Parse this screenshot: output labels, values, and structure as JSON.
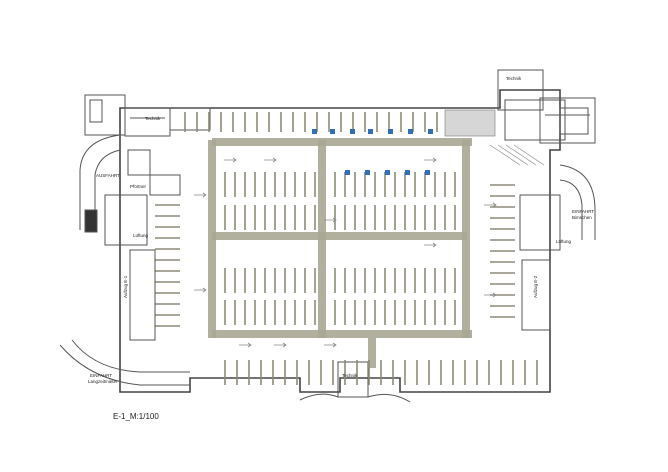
{
  "drawing": {
    "title": "E-1_M:1/100"
  },
  "labels": {
    "ausfahrt": "AUSFAHRT",
    "einfahrt_right": "EINFAHRT",
    "einfahrt_right_sub": "Bimschen",
    "einfahrt_left": "EINFAHRT",
    "einfahrt_left_sub": "Langzeitmieter",
    "aufzug_left": "Aufzug E-1",
    "aufzug_right": "Aufzug E-2",
    "lueftung_left": "Lüftung",
    "lueftung_right": "Lüftung",
    "technik_top_left": "Technik",
    "technik_top_right": "Technik",
    "technik_bottom": "Technik",
    "pfoertner": "Pförtner"
  },
  "colors": {
    "wall": "#4a4a4a",
    "stall_marking": "#8c8a78",
    "lane_marking": "#a9a794",
    "accessible": "#2f6fb7",
    "core_fill": "#d6d6d6",
    "background": "#ffffff"
  },
  "icons": [
    "wheelchair-icon",
    "arrow-icon"
  ]
}
